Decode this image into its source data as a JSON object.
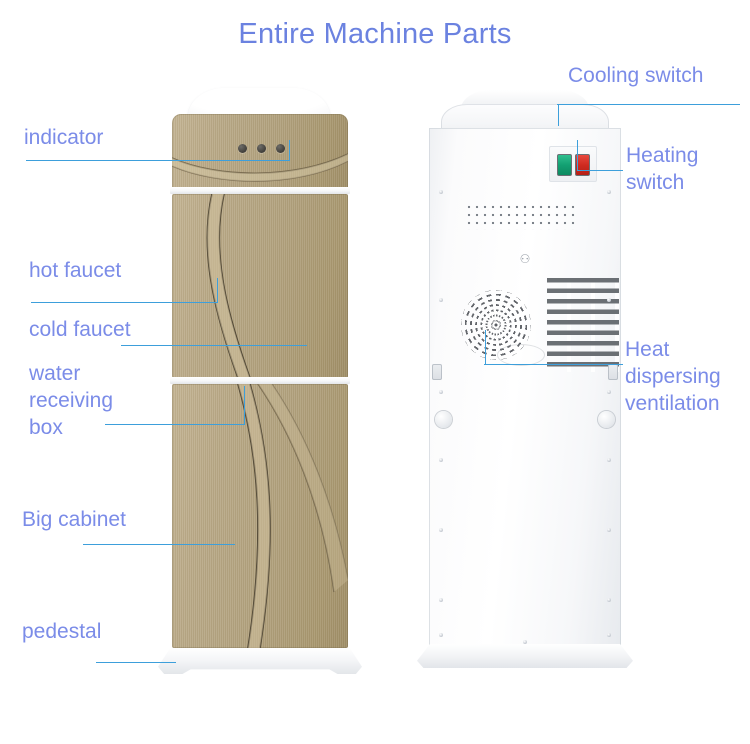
{
  "page": {
    "title": "Entire Machine Parts",
    "accent_label_color": "#7b8ce8",
    "title_color": "#6b82e0",
    "leader_line_color": "#3d9fdb",
    "background_color": "#ffffff"
  },
  "labels": {
    "indicator": "indicator",
    "hot_faucet": "hot faucet",
    "cold_faucet": "cold faucet",
    "water_receiving_box": "water\nreceiving\nbox",
    "big_cabinet": "Big cabinet",
    "pedestal": "pedestal",
    "cooling_switch": "Cooling switch",
    "heating_switch": "Heating\nswitch",
    "heat_dispersing_ventilation": "Heat\ndispersing\nventilation"
  },
  "front_unit": {
    "name": "front view of water dispenser",
    "panel_color": "#b0a07c",
    "top_color": "#ffffff",
    "indicator_lights": 3,
    "indicator_light_color": "#3b3935"
  },
  "back_unit": {
    "name": "rear view of water dispenser",
    "body_color": "#ffffff",
    "cooling_switch_color": "#13a072",
    "heating_switch_color": "#cf2b21",
    "fan_grille_color": "#4e5257",
    "louver_vent_color": "#5c6166"
  }
}
